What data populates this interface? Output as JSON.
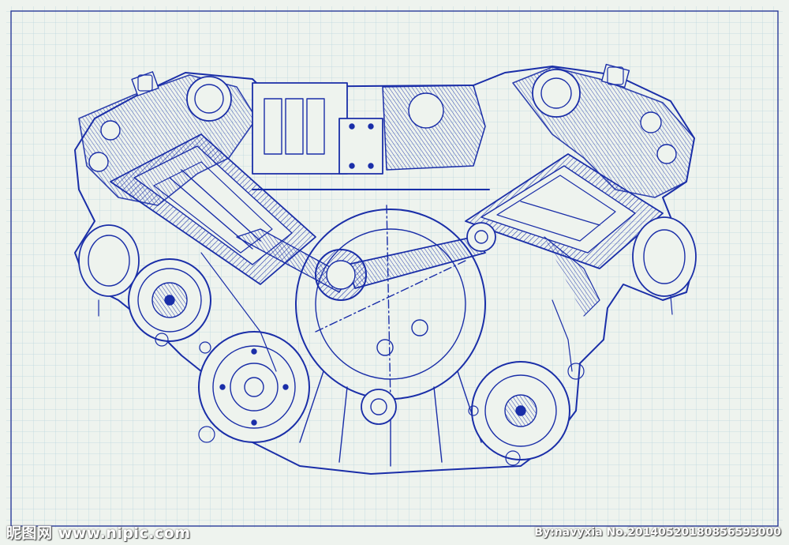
{
  "drawing": {
    "subject": "V-engine cross-section blueprint",
    "paper": "blue grid paper",
    "colors": {
      "paper": "#eef3ee",
      "grid_minor": "#b9d3dd",
      "grid_major": "#9ec2d0",
      "ink": "#1a2ea8",
      "ink_dark": "#0d1a8a",
      "frame": "#2a3a9a"
    }
  },
  "watermarks": {
    "left": "昵图网 www.nipic.com",
    "right": "By:navyxia  No.20140520180856593000"
  }
}
